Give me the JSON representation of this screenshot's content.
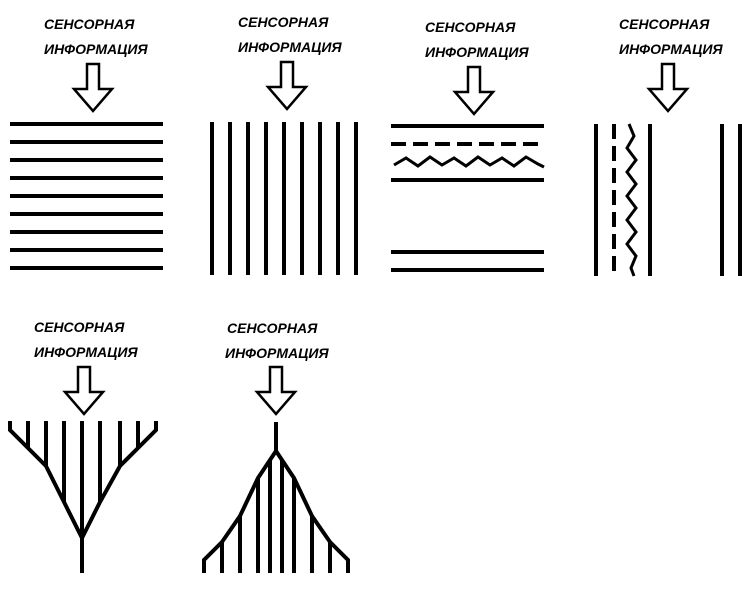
{
  "panels": [
    {
      "line1": "СЕНСОРНАЯ",
      "line2": "ИНФОРМАЦИЯ"
    },
    {
      "line1": "СЕНСОРНАЯ",
      "line2": "ИНФОРМАЦИЯ"
    },
    {
      "line1": "СЕНСОРНАЯ",
      "line2": "ИНФОРМАЦИЯ"
    },
    {
      "line1": "СЕНСОРНАЯ",
      "line2": "ИНФОРМАЦИЯ"
    },
    {
      "line1": "СЕНСОРНАЯ",
      "line2": "ИНФОРМАЦИЯ"
    },
    {
      "line1": "СЕНСОРНАЯ",
      "line2": "ИНФОРМАЦИЯ"
    }
  ],
  "colors": {
    "ink": "#000000",
    "background": "#ffffff"
  }
}
